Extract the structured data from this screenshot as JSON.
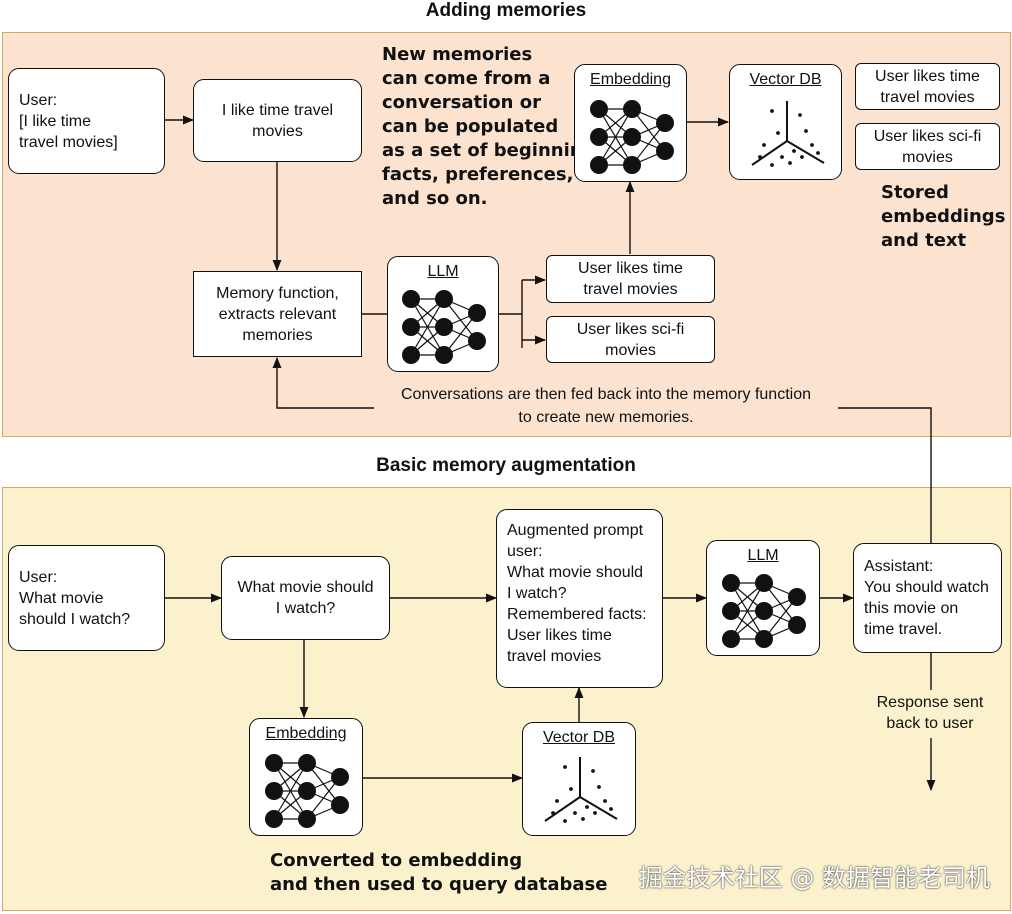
{
  "top_section": {
    "title": "Adding memories",
    "user_box": "User:\n[I like time\ntravel movies]",
    "message_box": "I like time travel\nmovies",
    "note": "New memories\ncan come from a\nconversation or\ncan be populated\nas a set of beginning\nfacts, preferences,\nand so on.",
    "embedding_label": "Embedding",
    "vectordb_label": "Vector DB",
    "stored_1": "User likes time\ntravel movies",
    "stored_2": "User likes sci-fi\nmovies",
    "stored_note": "Stored\nembeddings\nand text",
    "memory_function": "Memory function,\nextracts relevant\nmemories",
    "llm_label": "LLM",
    "extracted_1": "User likes time\ntravel movies",
    "extracted_2": "User likes sci-fi\nmovies",
    "feedback_note": "Conversations are then fed back into the memory function\nto create new memories."
  },
  "bottom_section": {
    "title": "Basic memory augmentation",
    "user_box": "User:\nWhat movie\nshould I watch?",
    "message_box": "What movie should\nI watch?",
    "augmented_prompt": "Augmented prompt\nuser:\nWhat movie should\nI watch?\nRemembered facts:\nUser likes time\ntravel movies",
    "llm_label": "LLM",
    "assistant_box": "Assistant:\nYou should watch\nthis movie on\ntime travel.",
    "embedding_label": "Embedding",
    "vectordb_label": "Vector DB",
    "response_note": "Response sent\nback to user",
    "query_note": "Converted to embedding\nand then used to query database"
  },
  "watermark": "掘金技术社区 @ 数据智能老司机",
  "colors": {
    "top_panel": "#fbe3d0",
    "bottom_panel": "#fbf2cd",
    "panel_border": "#d8a860"
  }
}
